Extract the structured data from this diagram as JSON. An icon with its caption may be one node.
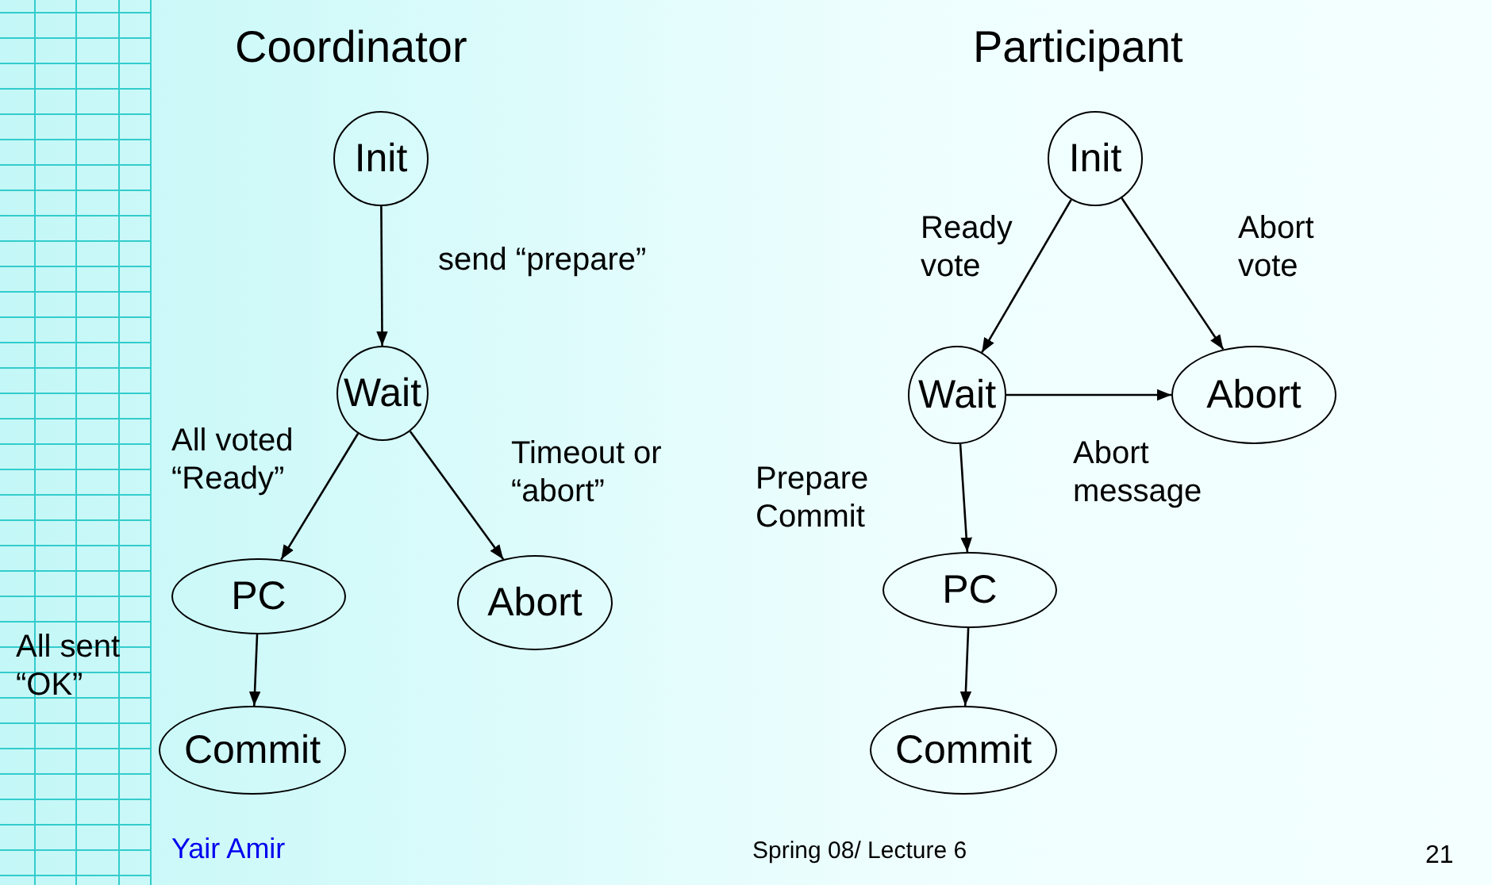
{
  "diagram": {
    "nodes": [
      {
        "text": [
          "Init"
        ]
      },
      {
        "text": [
          "Wait"
        ]
      },
      {
        "text": [
          "PC"
        ]
      },
      {
        "text": [
          "Abort"
        ]
      },
      {
        "text": [
          "Commit"
        ]
      },
      {
        "text": [
          "Init"
        ]
      },
      {
        "text": [
          "Wait"
        ]
      },
      {
        "text": [
          "Abort"
        ]
      },
      {
        "text": [
          "PC"
        ]
      },
      {
        "text": [
          "Commit"
        ]
      }
    ],
    "edges": [
      {
        "from": 0,
        "to": 1,
        "arrow": "to",
        "label": "send “prepare”"
      },
      {
        "from": 1,
        "to": 2,
        "arrow": "to",
        "label": "All voted “Ready”"
      },
      {
        "from": 1,
        "to": 3,
        "arrow": "to",
        "label": "Timeout or “abort”"
      },
      {
        "from": 2,
        "to": 4,
        "arrow": "to",
        "label": "All sent “OK”"
      },
      {
        "from": 5,
        "to": 6,
        "arrow": "to",
        "label": "Ready vote"
      },
      {
        "from": 5,
        "to": 7,
        "arrow": "to",
        "label": "Abort vote"
      },
      {
        "from": 6,
        "to": 7,
        "arrow": "to",
        "label": "Abort message"
      },
      {
        "from": 6,
        "to": 8,
        "arrow": "to",
        "label": "Prepare Commit"
      },
      {
        "from": 8,
        "to": 9,
        "arrow": "to"
      }
    ],
    "labels": [
      "Coordinator",
      "Participant",
      "Yair Amir",
      "Spring 08/ Lecture 6",
      "21"
    ]
  }
}
